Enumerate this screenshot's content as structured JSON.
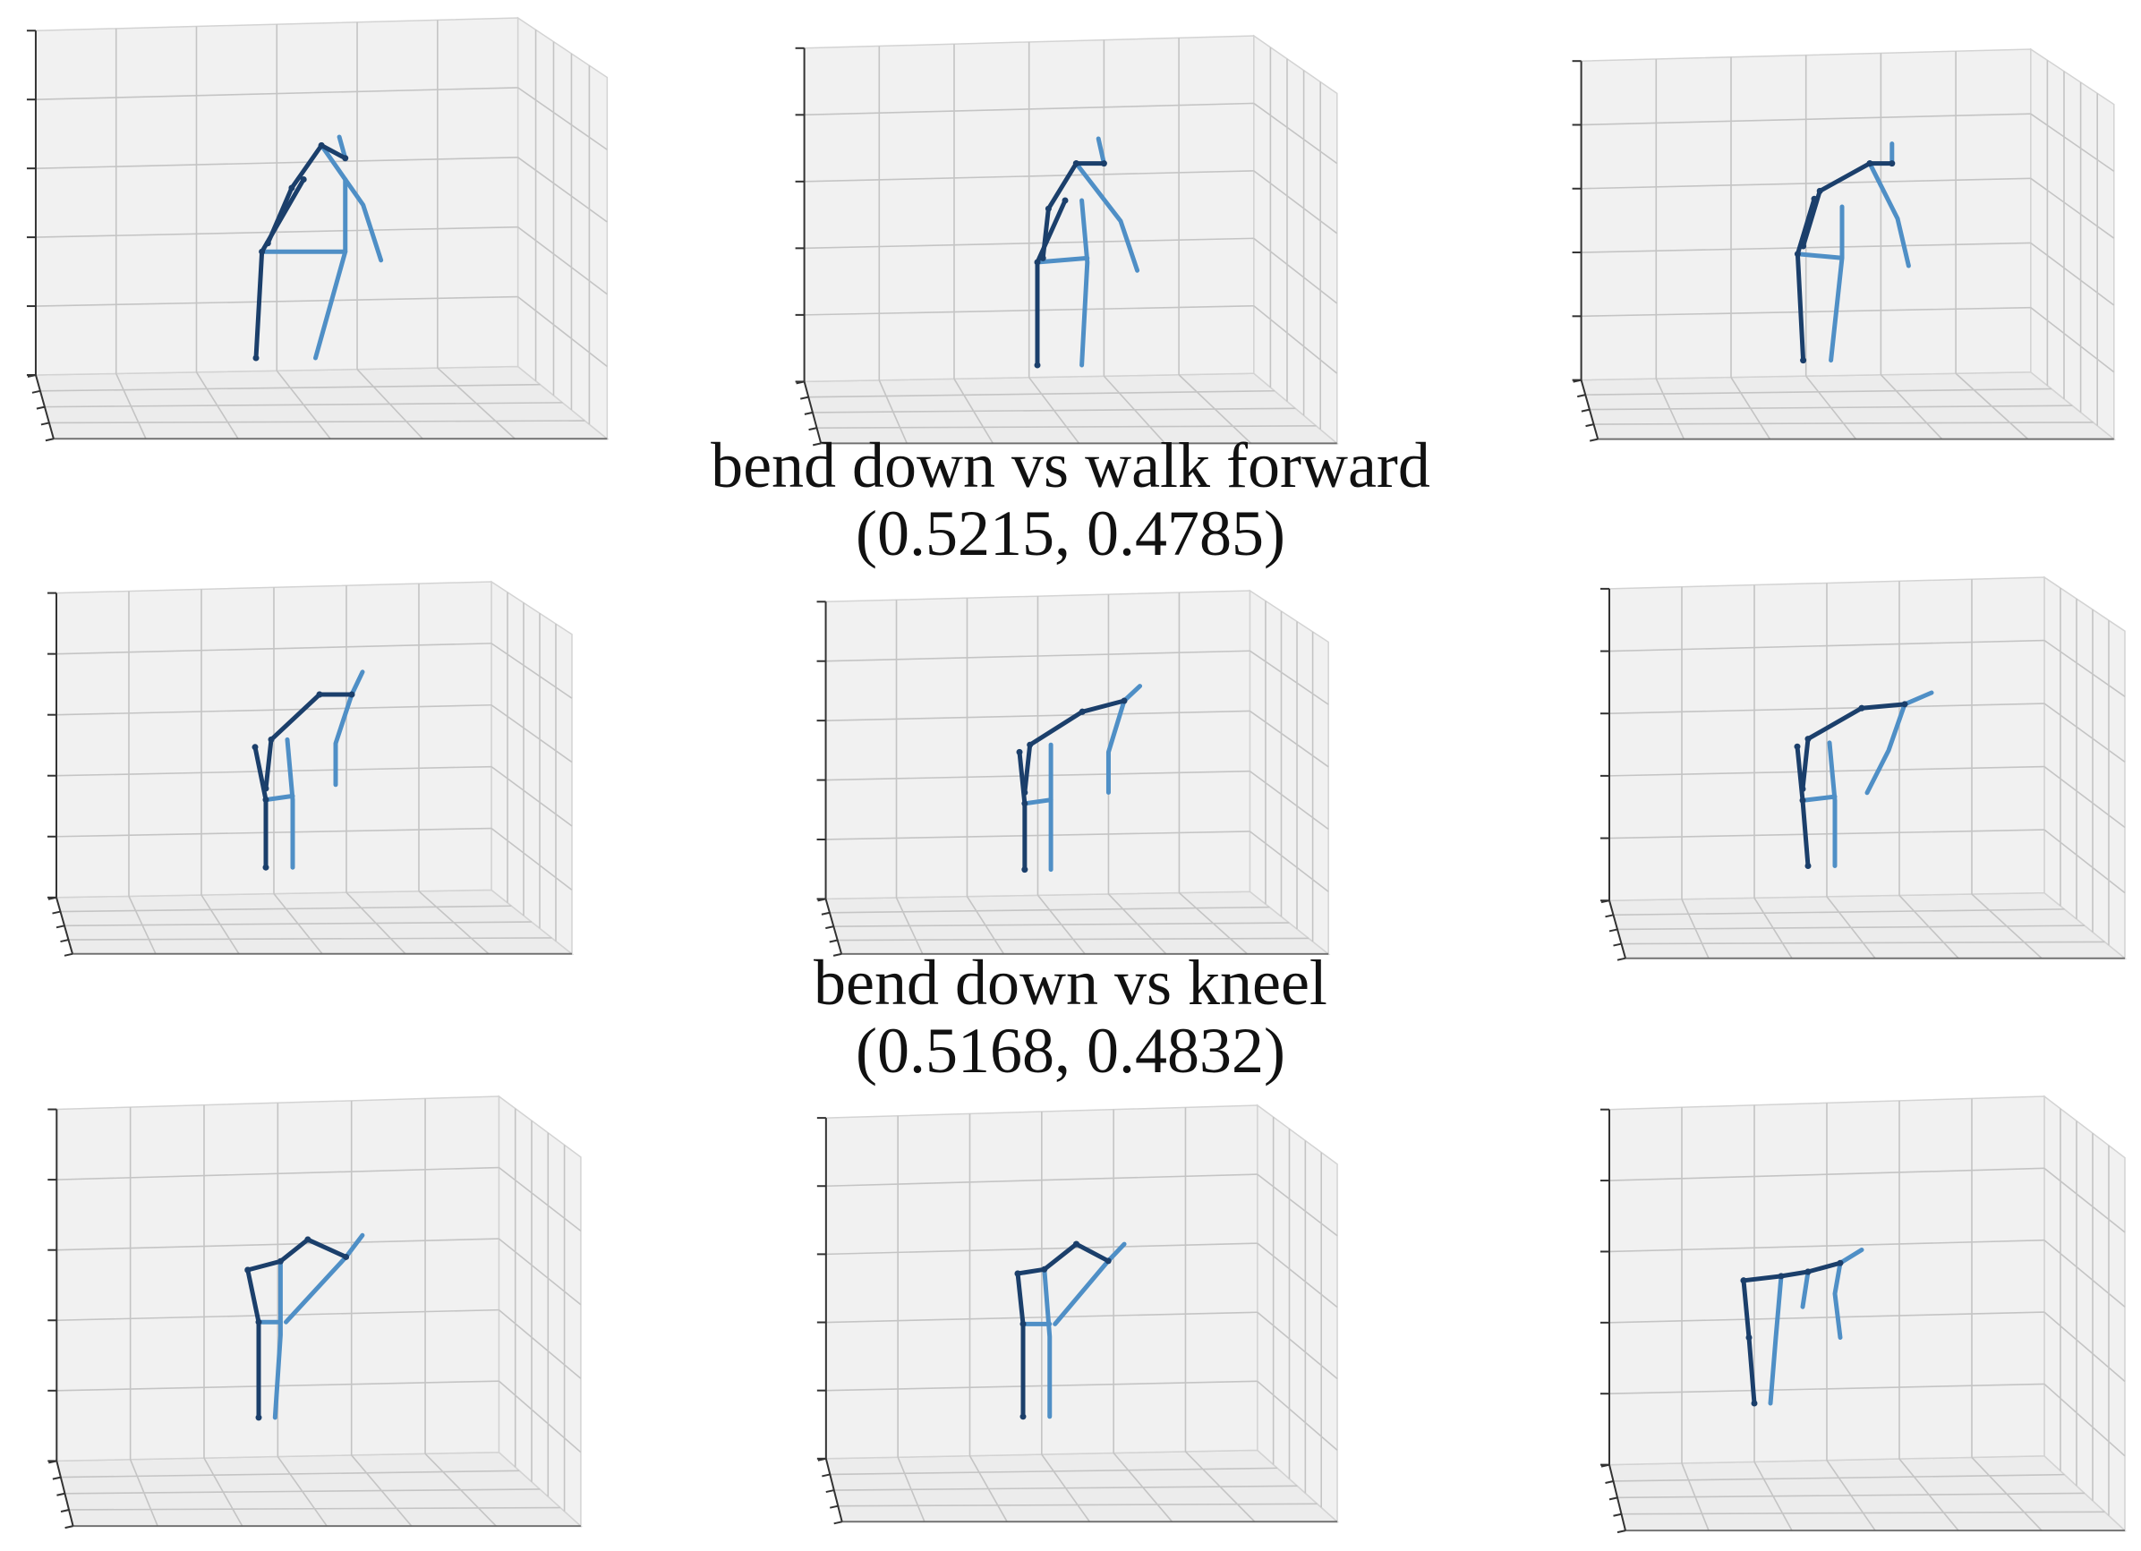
{
  "figure": {
    "captions": [
      {
        "line1": "bend down vs walk forward",
        "line2": "(0.5215, 0.4785)"
      },
      {
        "line1": "bend down vs kneel",
        "line2": "(0.5168, 0.4832)"
      }
    ],
    "colors": {
      "skeleton_dark": "#1b3f6b",
      "skeleton_light": "#4f8fc6",
      "pane_fill": "#f1f1f1",
      "grid_line": "#c4c4c4"
    },
    "rows": [
      {
        "action": "walk forward",
        "frames": 3
      },
      {
        "action": "bend down",
        "frames": 3
      },
      {
        "action": "kneel",
        "frames": 3
      }
    ]
  }
}
